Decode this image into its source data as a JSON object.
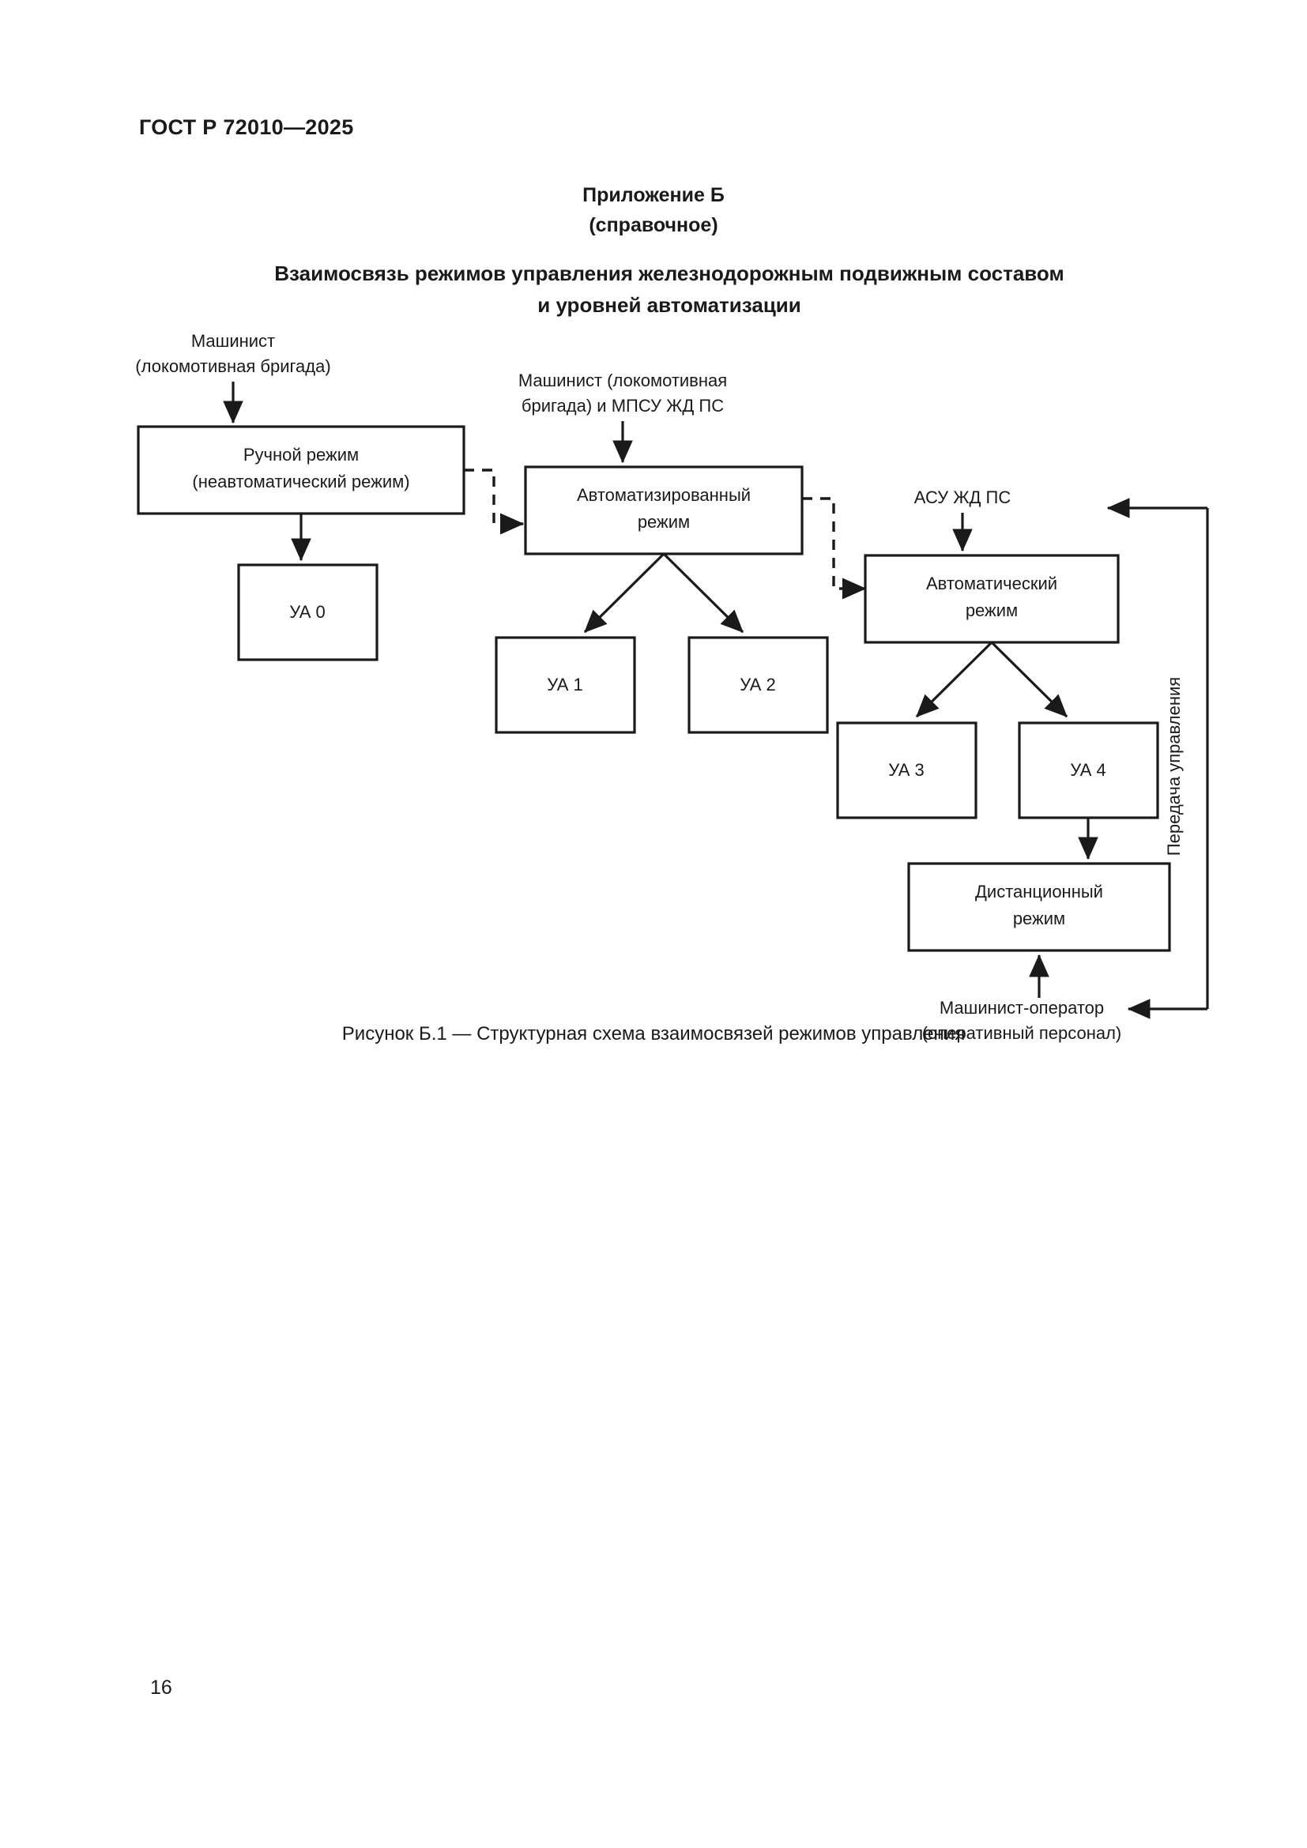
{
  "document": {
    "header": "ГОСТ Р 72010—2025",
    "page_number": "16"
  },
  "annex": {
    "title": "Приложение Б",
    "subtitle": "(справочное)"
  },
  "heading": {
    "line1": "Взаимосвязь режимов управления железнодорожным подвижным составом",
    "line2": "и уровней автоматизации"
  },
  "diagram": {
    "nodes": {
      "manual_mode": {
        "line1": "Ручной режим",
        "line2": "(неавтоматический режим)"
      },
      "automated_mode": {
        "line1": "Автоматизированный",
        "line2": "режим"
      },
      "automatic_mode": {
        "line1": "Автоматический",
        "line2": "режим"
      },
      "remote_mode": {
        "line1": "Дистанционный",
        "line2": "режим"
      },
      "ua0": "УА 0",
      "ua1": "УА 1",
      "ua2": "УА 2",
      "ua3": "УА 3",
      "ua4": "УА 4"
    },
    "external_labels": {
      "driver_crew": {
        "line1": "Машинист",
        "line2": "(локомотивная бригада)"
      },
      "driver_crew_mpsu": {
        "line1": "Машинист (локомотивная",
        "line2": "бригада) и МПСУ ЖД ПС"
      },
      "asu": "АСУ ЖД ПС",
      "operator": {
        "line1": "Машинист-оператор",
        "line2": "(оперативный персонал)"
      },
      "control_transfer": "Передача управления"
    }
  },
  "caption": "Рисунок Б.1 — Структурная схема взаимосвязей режимов управления",
  "colors": {
    "ink": "#1a1a1a",
    "paper": "#ffffff"
  }
}
